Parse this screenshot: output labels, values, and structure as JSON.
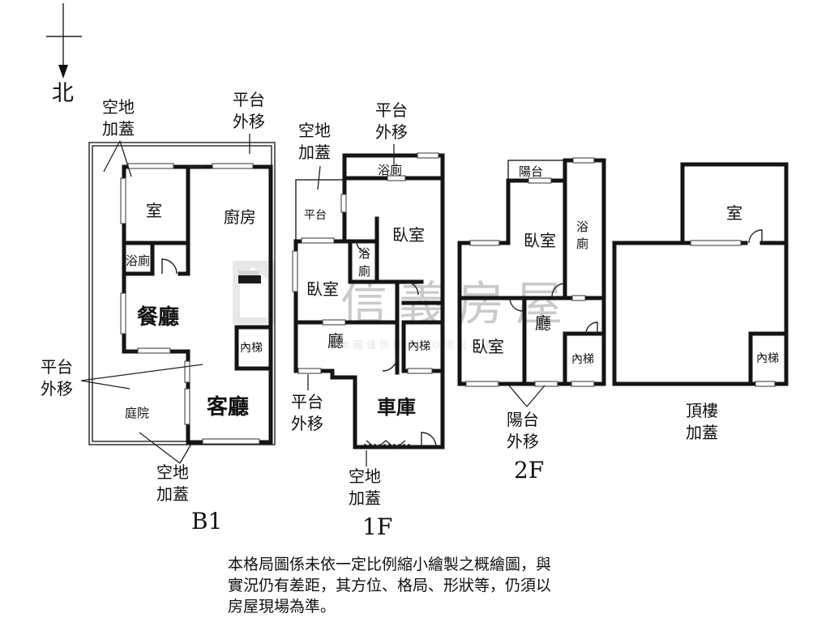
{
  "compass": {
    "north": "北"
  },
  "watermark": {
    "brand": "信義房屋",
    "text": "本圖僅供參考，以現況為準"
  },
  "floors": {
    "b1": {
      "title": "B1",
      "rooms": {
        "room": "室",
        "kitchen": "廚房",
        "bath": "浴廁",
        "dining": "餐廳",
        "living": "客廳",
        "elevator": "內梯",
        "courtyard": "庭院"
      },
      "notes": {
        "vacant_top": [
          "空地",
          "加蓋"
        ],
        "platform_top": [
          "平台",
          "外移"
        ],
        "platform_left": [
          "平台",
          "外移"
        ],
        "vacant_bottom": [
          "空地",
          "加蓋"
        ]
      }
    },
    "f1": {
      "title": "1F",
      "rooms": {
        "platform": "平台",
        "bath_top": "浴廁",
        "bedroom_right": "臥室",
        "bath_mid": [
          "浴",
          "廁"
        ],
        "bedroom_left": "臥室",
        "hall": "廳",
        "elevator": "內梯",
        "garage": "車庫"
      },
      "notes": {
        "vacant_top": [
          "空地",
          "加蓋"
        ],
        "platform_top": [
          "平台",
          "外移"
        ],
        "platform_bottom": [
          "平台",
          "外移"
        ],
        "vacant_bottom": [
          "空地",
          "加蓋"
        ]
      }
    },
    "f2": {
      "title": "2F",
      "rooms": {
        "balcony": "陽台",
        "bedroom_top": "臥室",
        "bath": [
          "浴",
          "廁"
        ],
        "bedroom_left": "臥室",
        "hall": "廳",
        "elevator": "內梯"
      },
      "notes": {
        "balcony_move": [
          "陽台",
          "外移"
        ]
      }
    },
    "roof": {
      "title": [
        "頂樓",
        "加蓋"
      ],
      "rooms": {
        "room": "室",
        "elevator": "內梯"
      }
    }
  },
  "disclaimer": [
    "本格局圖係未依一定比例縮小繪製之概繪圖，與",
    "實況仍有差距，其方位、格局、形狀等，仍須以",
    "房屋現場為準。"
  ]
}
